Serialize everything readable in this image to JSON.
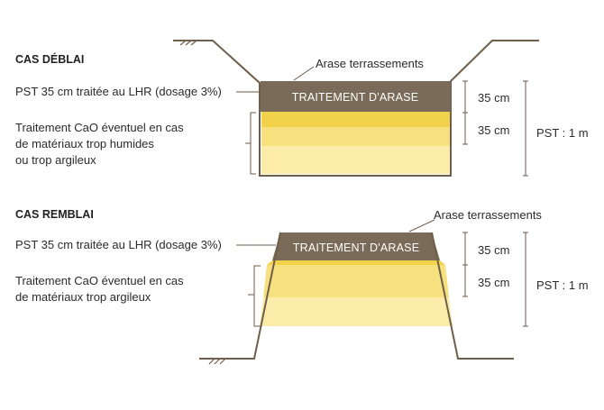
{
  "colors": {
    "ground": "#6f5e4b",
    "treatment_band": "#7a6a58",
    "layer_dark": "#f3d24b",
    "layer_mid": "#f7e07e",
    "layer_light": "#fbecaa",
    "bracket": "#6b5a48",
    "dim_line": "#6b5a48"
  },
  "deblai": {
    "title": "CAS DÉBLAI",
    "label_pst": "PST 35 cm traitée au LHR (dosage 3%)",
    "label_cao": [
      "Traitement CaO éventuel en cas",
      "de matériaux trop humides",
      "ou trop argileux"
    ],
    "label_arase": "Arase terrassements",
    "band_text": "TRAITEMENT D'ARASE",
    "dim_top": "35 cm",
    "dim_bottom": "35 cm",
    "pst_total": "PST : 1 m"
  },
  "remblai": {
    "title": "CAS REMBLAI",
    "label_pst": "PST 35 cm traitée au LHR (dosage 3%)",
    "label_cao": [
      "Traitement CaO éventuel en cas",
      "de matériaux trop argileux"
    ],
    "label_arase": "Arase terrassements",
    "band_text": "TRAITEMENT D'ARASE",
    "dim_top": "35 cm",
    "dim_bottom": "35 cm",
    "pst_total": "PST : 1 m"
  }
}
